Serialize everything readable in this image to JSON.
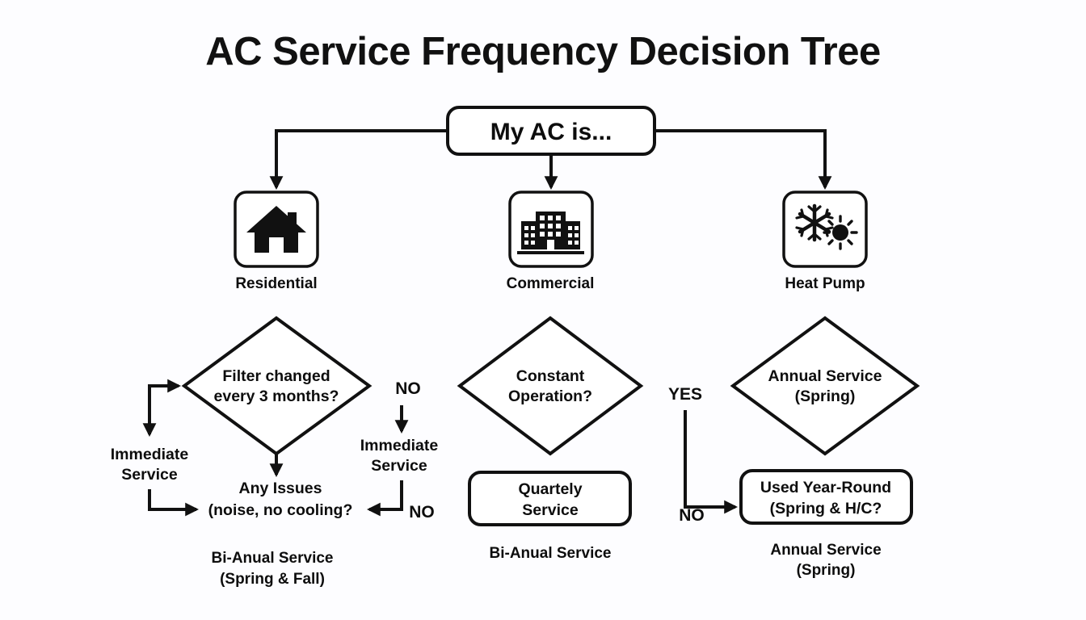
{
  "title": "AC Service Frequency Decision Tree",
  "colors": {
    "background": "#fdfdff",
    "stroke": "#111111",
    "text": "#0d0d0d",
    "shape_fill": "#ffffff"
  },
  "root": {
    "label": "My AC is..."
  },
  "categories": [
    {
      "id": "residential",
      "label": "Residential",
      "icon": "house-icon"
    },
    {
      "id": "commercial",
      "label": "Commercial",
      "icon": "office-building-icon"
    },
    {
      "id": "heat-pump",
      "label": "Heat Pump",
      "icon": "snowflake-sun-icon"
    }
  ],
  "branches": {
    "residential": {
      "decision": {
        "line1": "Filter changed",
        "line2": "every 3 months?"
      },
      "left_outcome": {
        "line1": "Immediate",
        "line2": "Service"
      },
      "right_label": "NO",
      "right_outcome": {
        "line1": "Immediate",
        "line2": "Service"
      },
      "right_return_label": "NO",
      "issues": {
        "line1": "Any Issues",
        "line2": "(noise, no cooling?"
      },
      "caption": {
        "line1": "Bi-Anual Service",
        "line2": "(Spring & Fall)"
      }
    },
    "commercial": {
      "decision": {
        "line1": "Constant",
        "line2": "Operation?"
      },
      "result_box": {
        "line1": "Quartely",
        "line2": "Service"
      },
      "yes_label": "YES",
      "no_label": "NO",
      "caption": {
        "line1": "Bi-Anual Service",
        "line2": ""
      }
    },
    "heat_pump": {
      "decision": {
        "line1": "Annual Service",
        "line2": "(Spring)"
      },
      "result_box": {
        "line1": "Used Year-Round",
        "line2": "(Spring & H/C?"
      },
      "caption": {
        "line1": "Annual Service",
        "line2": "(Spring)"
      }
    }
  }
}
